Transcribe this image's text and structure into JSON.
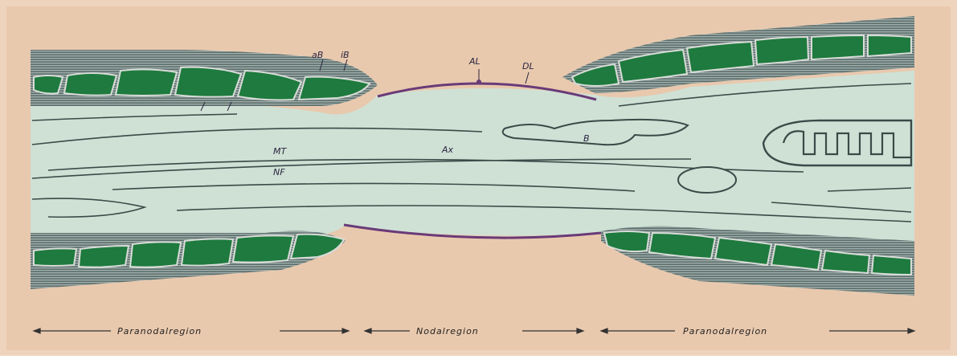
{
  "colors": {
    "background": "#e9c9ae",
    "axoplasm": "#cfe1d5",
    "myelin_dark": "#2f4a4a",
    "membrane": "#6a3a78",
    "paranodal_loop": "#1e7a3e"
  },
  "labels": {
    "aB": "aB",
    "iB": "iB",
    "AL": "AL",
    "DL": "DL",
    "MT": "MT",
    "NF": "NF",
    "Ax": "Ax",
    "B": "B"
  },
  "regions": {
    "left": "Paranodalregion",
    "middle": "Nodalregion",
    "right": "Paranodalregion"
  }
}
